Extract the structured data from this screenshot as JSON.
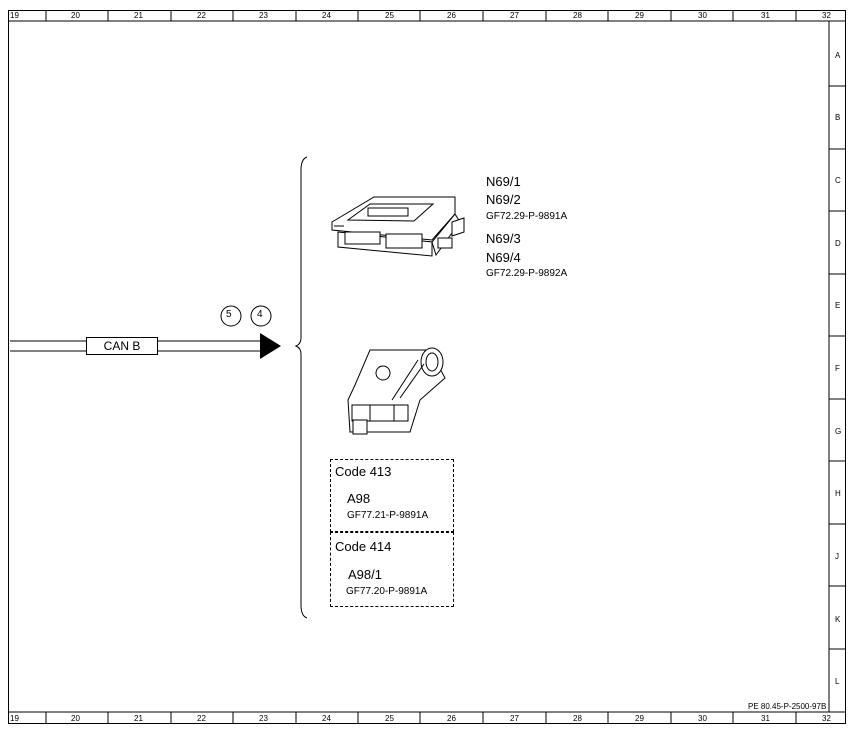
{
  "grid": {
    "columns": [
      "19",
      "20",
      "21",
      "22",
      "23",
      "24",
      "25",
      "26",
      "27",
      "28",
      "29",
      "30",
      "31",
      "32"
    ],
    "rows": [
      "A",
      "B",
      "C",
      "D",
      "E",
      "F",
      "G",
      "H",
      "J",
      "K",
      "L"
    ]
  },
  "bus": {
    "label": "CAN B",
    "refs": [
      "5",
      "4"
    ]
  },
  "module_group": {
    "codes": [
      "N69/1",
      "N69/2"
    ],
    "ref1": "GF72.29-P-9891A",
    "codes2": [
      "N69/3",
      "N69/4"
    ],
    "ref2": "GF72.29-P-9892A"
  },
  "option_boxes": [
    {
      "code": "Code 413",
      "component": "A98",
      "ref": "GF77.21-P-9891A"
    },
    {
      "code": "Code 414",
      "component": "A98/1",
      "ref": "GF77.20-P-9891A"
    }
  ],
  "doc_id": "PE 80.45-P-2500-97B"
}
